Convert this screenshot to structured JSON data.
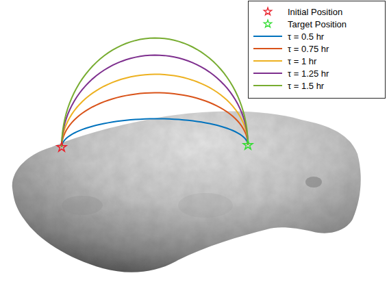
{
  "diagram": {
    "legend": [
      {
        "text": "Initial Position"
      },
      {
        "text": "Target Position"
      },
      {
        "text": "τ = 0.5 hr"
      },
      {
        "text": "τ = 0.75 hr"
      },
      {
        "text": "τ = 1 hr"
      },
      {
        "text": "τ = 1.25 hr"
      },
      {
        "text": "τ = 1.5 hr"
      }
    ]
  }
}
